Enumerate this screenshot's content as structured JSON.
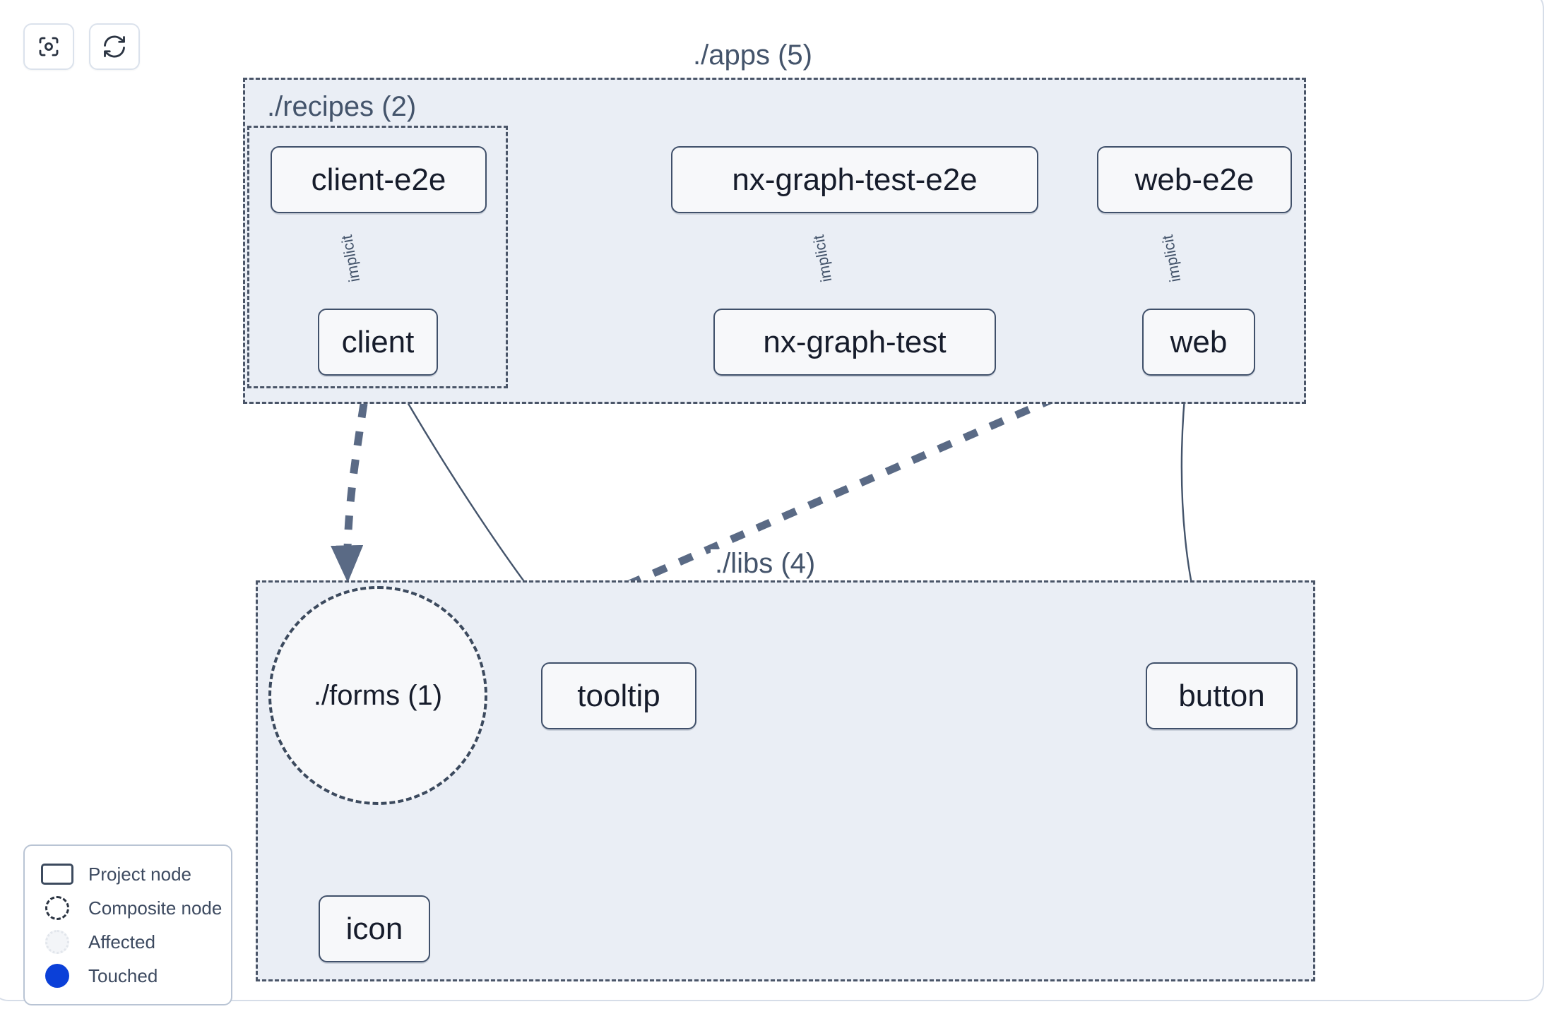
{
  "toolbar": {
    "buttons": [
      {
        "name": "focus-graph-button",
        "icon": "focus-target-icon",
        "label": ""
      },
      {
        "name": "refresh-graph-button",
        "icon": "refresh-icon",
        "label": ""
      }
    ]
  },
  "colors": {
    "group_fill": "#eaeef5",
    "group_border": "#4a5568",
    "node_fill": "#f7f8fa",
    "node_border": "#40506a",
    "node_text": "#161c2b",
    "label_text": "#44546b",
    "edge": "#44546b",
    "edge_implicit": "#5a6a85",
    "touched": "#0b40d8",
    "canvas_bg": "#ffffff",
    "frame_border": "#d6dde8"
  },
  "groups": [
    {
      "id": "apps",
      "label": "./apps (5)"
    },
    {
      "id": "recipes",
      "label": "./recipes (2)"
    },
    {
      "id": "libs",
      "label": "./libs (4)"
    }
  ],
  "nodes": [
    {
      "id": "client-e2e",
      "label": "client-e2e",
      "type": "project",
      "group": "recipes"
    },
    {
      "id": "client",
      "label": "client",
      "type": "project",
      "group": "recipes"
    },
    {
      "id": "nx-graph-test-e2e",
      "label": "nx-graph-test-e2e",
      "type": "project",
      "group": "apps"
    },
    {
      "id": "nx-graph-test",
      "label": "nx-graph-test",
      "type": "project",
      "group": "apps"
    },
    {
      "id": "web-e2e",
      "label": "web-e2e",
      "type": "project",
      "group": "apps"
    },
    {
      "id": "web",
      "label": "web",
      "type": "project",
      "group": "apps"
    },
    {
      "id": "forms",
      "label": "./forms (1)",
      "type": "composite",
      "group": "libs"
    },
    {
      "id": "tooltip",
      "label": "tooltip",
      "type": "project",
      "group": "libs"
    },
    {
      "id": "button",
      "label": "button",
      "type": "project",
      "group": "libs"
    },
    {
      "id": "icon",
      "label": "icon",
      "type": "project",
      "group": "libs"
    }
  ],
  "edges": [
    {
      "from": "client-e2e",
      "to": "client",
      "label": "implicit",
      "style": "solid"
    },
    {
      "from": "nx-graph-test-e2e",
      "to": "nx-graph-test",
      "label": "implicit",
      "style": "solid"
    },
    {
      "from": "web-e2e",
      "to": "web",
      "label": "implicit",
      "style": "solid"
    },
    {
      "from": "client",
      "to": "forms",
      "label": "",
      "style": "dashed"
    },
    {
      "from": "client",
      "to": "tooltip",
      "label": "",
      "style": "solid"
    },
    {
      "from": "web",
      "to": "forms",
      "label": "",
      "style": "dashed"
    },
    {
      "from": "web",
      "to": "button",
      "label": "",
      "style": "solid"
    },
    {
      "from": "forms",
      "to": "icon",
      "label": "",
      "style": "dashed"
    }
  ],
  "legend": {
    "items": [
      {
        "swatch": "project-node-swatch",
        "label": "Project node"
      },
      {
        "swatch": "composite-node-swatch",
        "label": "Composite node"
      },
      {
        "swatch": "affected-swatch",
        "label": "Affected"
      },
      {
        "swatch": "touched-swatch",
        "label": "Touched"
      }
    ]
  }
}
